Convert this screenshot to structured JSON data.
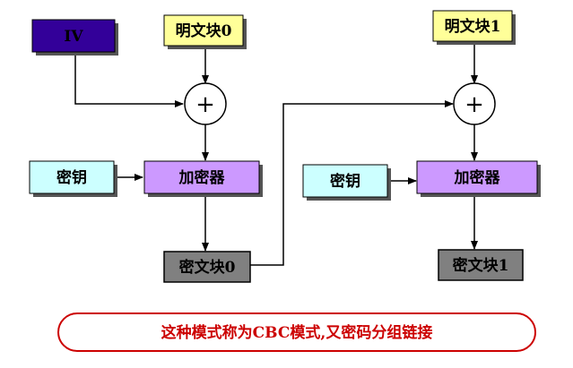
{
  "diagram": {
    "iv": {
      "label": "IV",
      "color": "#330099"
    },
    "left": {
      "plaintext": "明文块0",
      "xor": "+",
      "key": "密钥",
      "encryptor": "加密器",
      "ciphertext": "密文块0"
    },
    "right": {
      "plaintext": "明文块1",
      "xor": "+",
      "key": "密钥",
      "encryptor": "加密器",
      "ciphertext": "密文块1"
    },
    "colors": {
      "plaintext": "#ffff99",
      "key": "#ccffff",
      "encryptor": "#cc99ff",
      "ciphertext": "#808080",
      "caption_border": "#cc0000"
    }
  },
  "caption": "这种模式称为CBC模式,又密码分组链接"
}
